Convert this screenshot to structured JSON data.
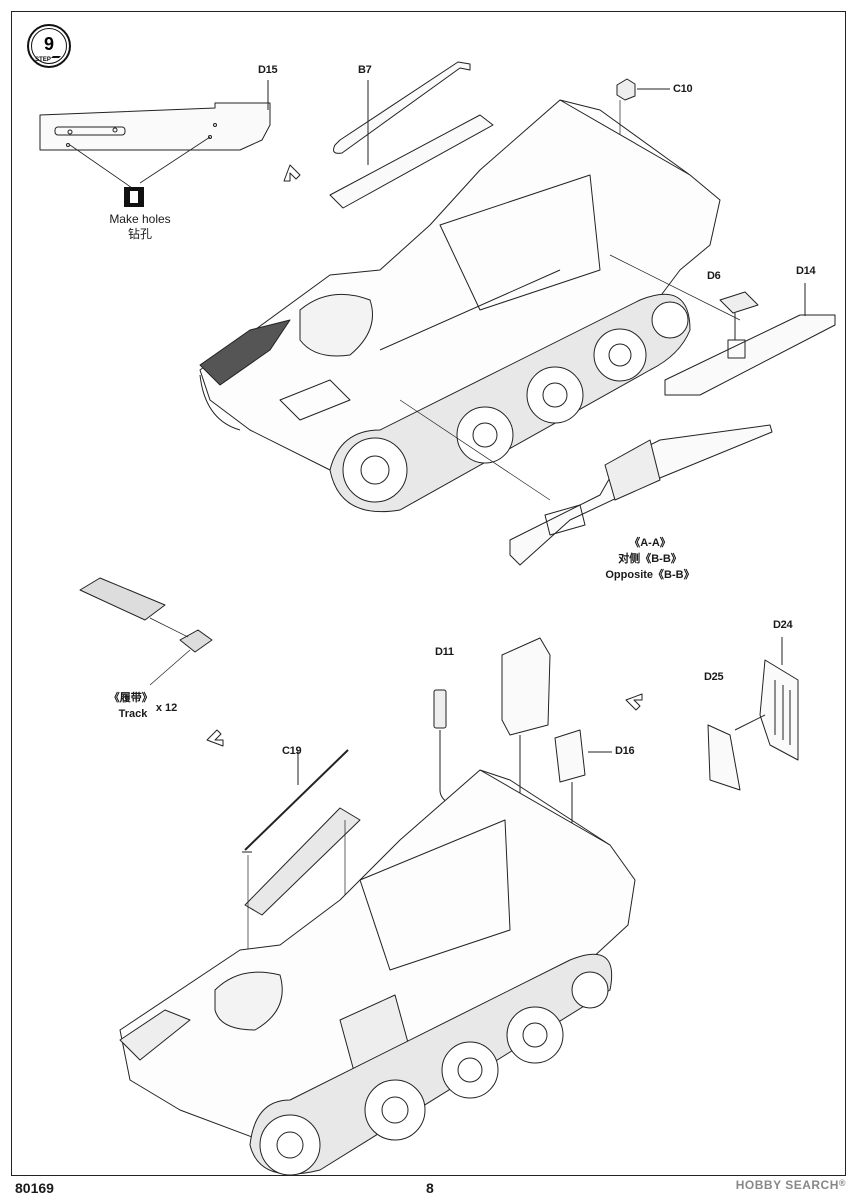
{
  "step": {
    "number": "9",
    "label": "STEP"
  },
  "parts": {
    "d15": "D15",
    "b7": "B7",
    "c10": "C10",
    "d6": "D6",
    "d14": "D14",
    "d11": "D11",
    "c19": "C19",
    "d16": "D16",
    "d24": "D24",
    "d25": "D25"
  },
  "make_holes": {
    "en": "Make holes",
    "cn": "钻孔"
  },
  "section_note": {
    "line1": "《A-A》",
    "line2": "对侧《B-B》",
    "line3": "Opposite《B-B》"
  },
  "track_note": {
    "cn": "《履带》",
    "qty": "x 12",
    "en": "Track"
  },
  "footer": {
    "kit_number": "80169",
    "page_number": "8"
  },
  "watermark": {
    "brand": "HOBBY SEARCH",
    "mark": "®"
  }
}
